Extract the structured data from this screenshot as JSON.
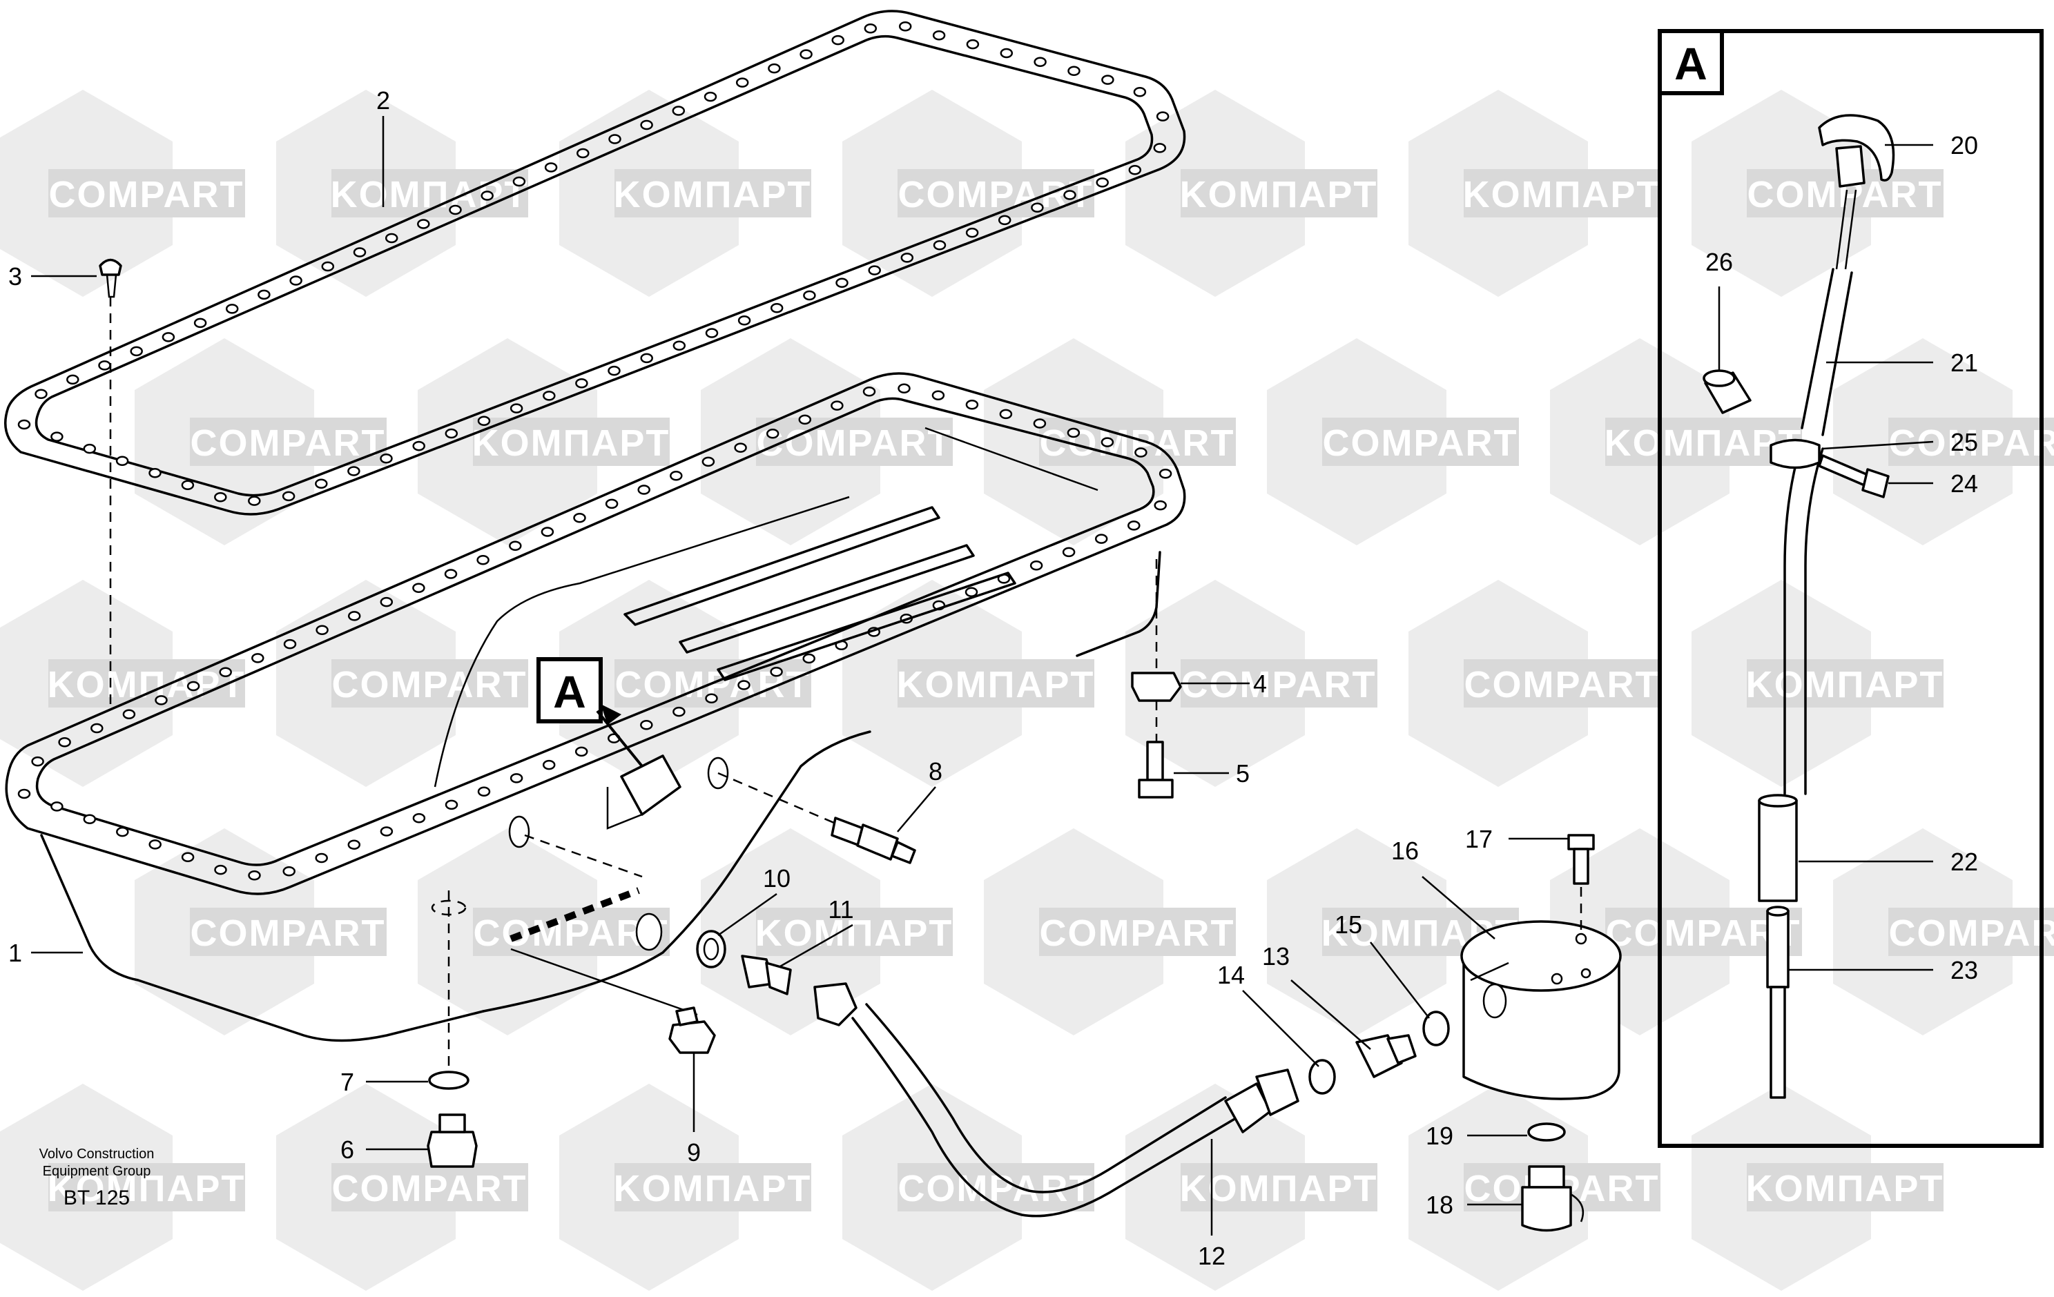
{
  "watermarks": {
    "latin": "COMPART",
    "cyrillic": "KOMПAPT"
  },
  "detail_label": "A",
  "callouts": [
    "1",
    "2",
    "3",
    "4",
    "5",
    "6",
    "7",
    "8",
    "9",
    "10",
    "11",
    "12",
    "13",
    "14",
    "15",
    "16",
    "17",
    "18",
    "19",
    "20",
    "21",
    "22",
    "23",
    "24",
    "25",
    "26"
  ],
  "footer": {
    "maker_line1": "Volvo Construction",
    "maker_line2": "Equipment Group",
    "code": "BT 125"
  }
}
